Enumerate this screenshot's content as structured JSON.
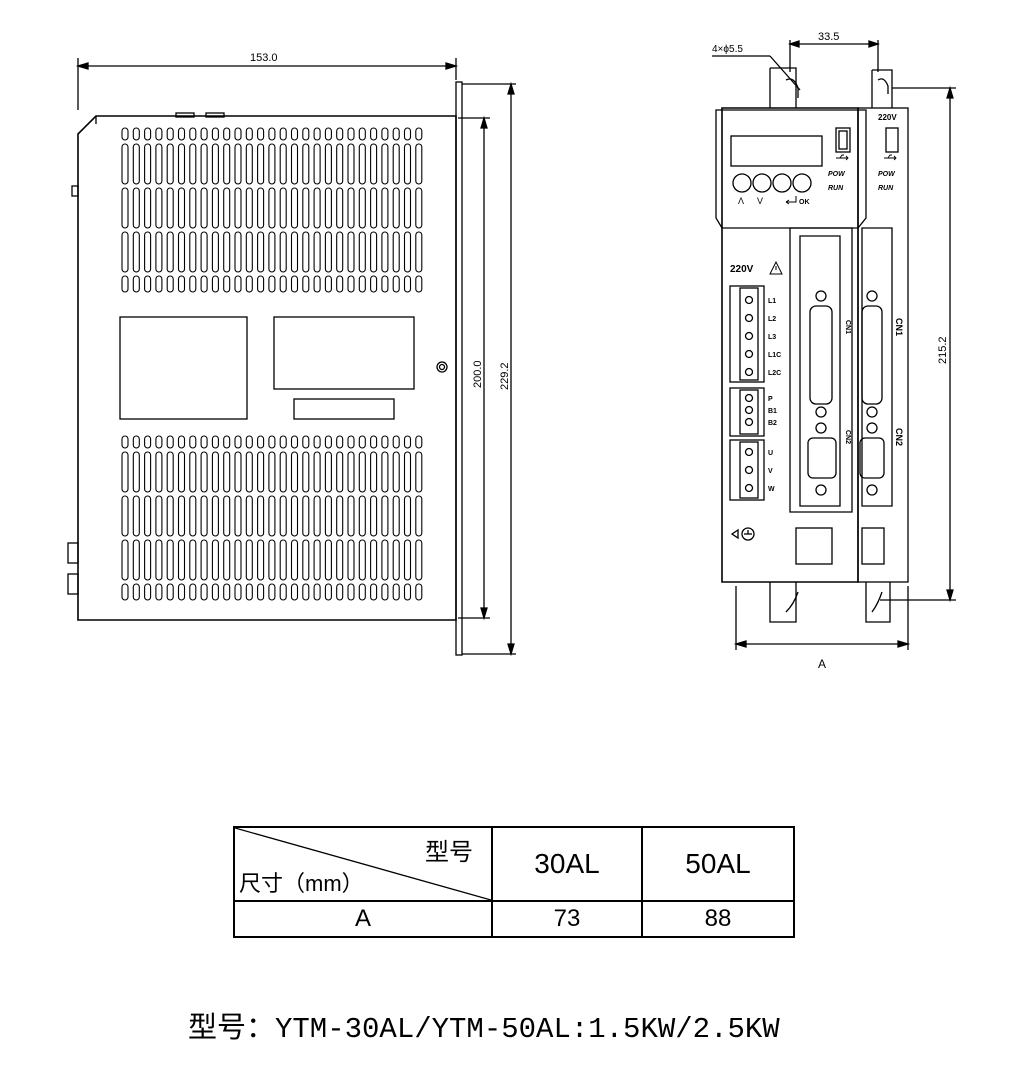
{
  "dimensions": {
    "width": "153.0",
    "height_inner": "200.0",
    "height_outer": "229.2",
    "hole_spec": "4×ϕ5.5",
    "hole_spacing": "33.5",
    "front_height": "215.2",
    "front_width": "A"
  },
  "panel_labels": {
    "voltage": "220V",
    "voltage_rear": "220V",
    "pow": "POW",
    "run": "RUN",
    "key_up": "Λ",
    "key_down": "V",
    "key_ok": "OK",
    "terminals_power": [
      "L1",
      "L2",
      "L3",
      "L1C",
      "L2C"
    ],
    "terminals_brake": [
      "P",
      "B1",
      "B2"
    ],
    "terminals_motor": [
      "U",
      "V",
      "W"
    ],
    "cn1": "CN1",
    "cn2": "CN2"
  },
  "table": {
    "header_model": "型号",
    "header_size": "尺寸（mm）",
    "col1": "30AL",
    "col2": "50AL",
    "row_label": "A",
    "val1": "73",
    "val2": "88"
  },
  "caption": "型号：YTM-30AL/YTM-50AL:1.5KW/2.5KW"
}
